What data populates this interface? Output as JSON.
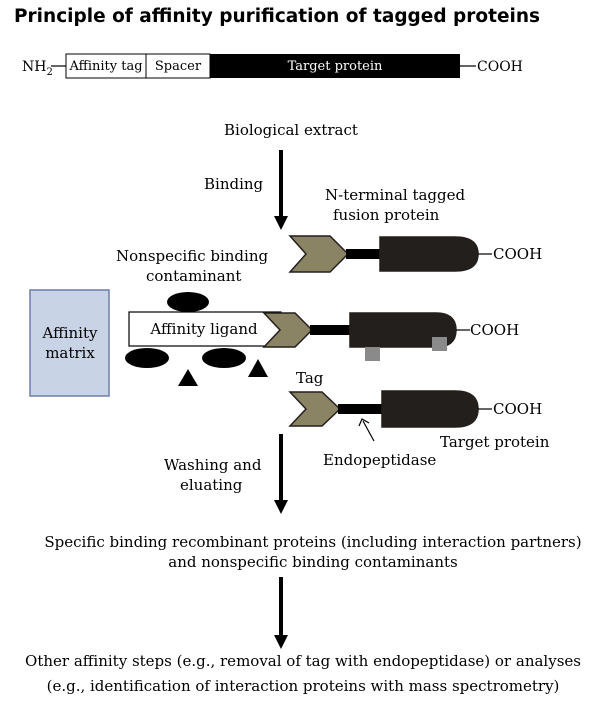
{
  "title": "Principle of affinity purification of tagged proteins",
  "construct": {
    "nh2": "NH",
    "nh2_sub": "2",
    "affinity_tag": "Affinity tag",
    "spacer": "Spacer",
    "target_protein": "Target protein",
    "cooh": "COOH"
  },
  "steps": {
    "biological_extract": "Biological extract",
    "binding": "Binding",
    "washing_line1": "Washing and",
    "washing_line2": "eluating",
    "specific_line1": "Specific binding recombinant proteins (including interaction partners)",
    "specific_line2": "and nonspecific binding contaminants",
    "other_line1": "Other affinity steps (e.g., removal of tag with endopeptidase) or analyses",
    "other_line2": "(e.g., identification of interaction proteins with mass spectrometry)"
  },
  "labels": {
    "n_terminal_line1": "N-terminal tagged",
    "n_terminal_line2": "fusion protein",
    "nonspecific_line1": "Nonspecific binding",
    "nonspecific_line2": "contaminant",
    "affinity_matrix_line1": "Affinity",
    "affinity_matrix_line2": "matrix",
    "affinity_ligand": "Affinity ligand",
    "tag": "Tag",
    "endopeptidase": "Endopeptidase",
    "target_protein": "Target protein",
    "cooh": "COOH"
  },
  "colors": {
    "tag": "#8b8464",
    "protein": "#231f1c",
    "matrix_fill": "#c9d3e6",
    "matrix_stroke": "#6f7fa6",
    "gray_marker": "#8a8a8a"
  }
}
